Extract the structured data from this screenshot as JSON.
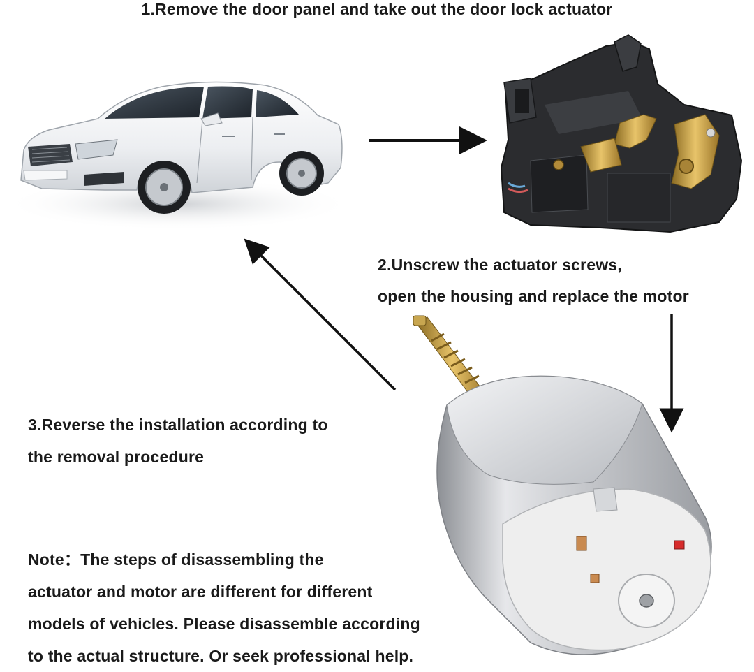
{
  "title": "1.Remove the door panel and take out the door lock actuator",
  "step2": {
    "line1": "2.Unscrew the actuator screws,",
    "line2": "open the housing and replace the motor"
  },
  "step3": {
    "line1": "3.Reverse the installation according to",
    "line2": "the removal procedure"
  },
  "note": {
    "line1": "Note：The steps of disassembling the",
    "line2": "actuator and motor are different for different",
    "line3": "models of vehicles. Please disassemble according",
    "line4": "to the actual structure. Or seek professional help."
  },
  "colors": {
    "text": "#1a1a1a",
    "arrow": "#111111",
    "car_body": "#f2f3f5",
    "actuator_body": "#2b2c2f",
    "brass": "#c9a24a",
    "motor_can": "#c9cbcf",
    "motor_cap": "#eeeeee"
  }
}
